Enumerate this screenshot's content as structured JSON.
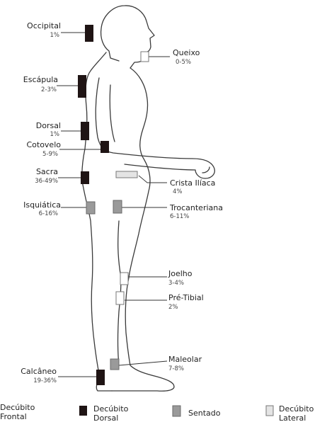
{
  "sites": {
    "occipital": {
      "name": "Occipital",
      "pct": "1%"
    },
    "queixo": {
      "name": "Queixo",
      "pct": "0-5%"
    },
    "escapula": {
      "name": "Escápula",
      "pct": "2-3%"
    },
    "dorsal": {
      "name": "Dorsal",
      "pct": "1%"
    },
    "cotovelo": {
      "name": "Cotovelo",
      "pct": "5-9%"
    },
    "sacra": {
      "name": "Sacra",
      "pct": "36-49%"
    },
    "crista": {
      "name": "Crista Ilíaca",
      "pct": "4%"
    },
    "isquiatica": {
      "name": "Isquiática",
      "pct": "6-16%"
    },
    "trocanteriana": {
      "name": "Trocanteriana",
      "pct": "6-11%"
    },
    "joelho": {
      "name": "Joelho",
      "pct": "3-4%"
    },
    "pretibial": {
      "name": "Pré-Tibial",
      "pct": "2%"
    },
    "maleolar": {
      "name": "Maleolar",
      "pct": "7-8%"
    },
    "calcaneo": {
      "name": "Calcâneo",
      "pct": "19-36%"
    }
  },
  "legend": {
    "frontal": {
      "line1": "Decúbito",
      "line2": "Frontal"
    },
    "dorsal": {
      "line1": "Decúbito",
      "line2": "Dorsal"
    },
    "sentado": {
      "line1": "Sentado"
    },
    "lateral": {
      "line1": "Decúbito",
      "line2": "Lateral"
    }
  },
  "colors": {
    "dorsal": "#1f1414",
    "sentado": "#9a9a9a",
    "lateral": "#e4e4e4",
    "frontal": "#ffffff"
  }
}
